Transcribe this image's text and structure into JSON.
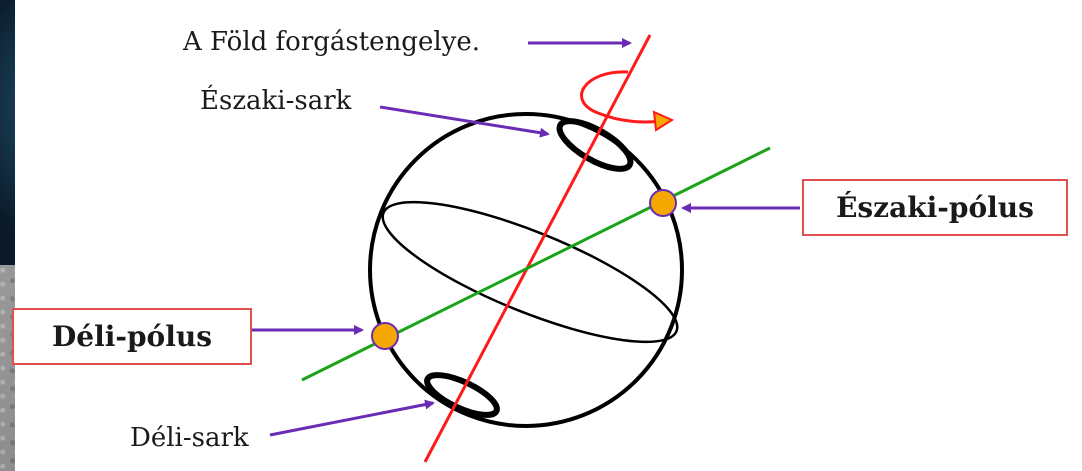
{
  "labels": {
    "axis": "A Föld forgástengelye.",
    "north_region": "Északi-sark",
    "south_region": "Déli-sark",
    "north_pole": "Északi-pólus",
    "south_pole": "Déli-pólus"
  },
  "colors": {
    "rotation_axis": "#ff1a1a",
    "magnetic_axis": "#1aa31a",
    "arrows": "#6a2bb5",
    "pole_dot": "#f5a800",
    "box_border": "#e05050"
  }
}
